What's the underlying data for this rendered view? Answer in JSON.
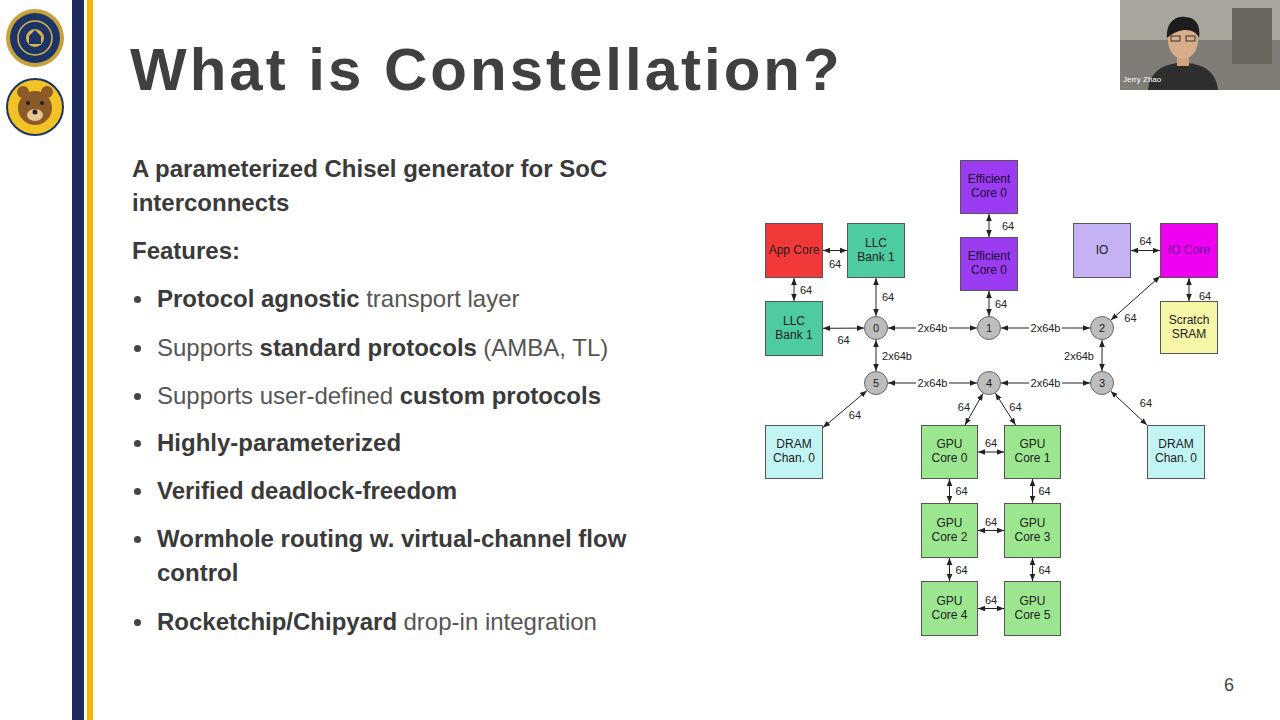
{
  "diagram": {
    "title": "What is Constellation?",
    "nodes": [
      {
        "text": [
          "Efficient Core 0"
        ]
      },
      {
        "text": [
          "App Core"
        ]
      },
      {
        "text": [
          "LLC Bank 1"
        ]
      },
      {
        "text": [
          "Efficient Core 0"
        ]
      },
      {
        "text": [
          "IO"
        ]
      },
      {
        "text": [
          "IO Core"
        ]
      },
      {
        "text": [
          "LLC Bank 1"
        ]
      },
      {
        "text": [
          "0"
        ]
      },
      {
        "text": [
          "1"
        ]
      },
      {
        "text": [
          "2"
        ]
      },
      {
        "text": [
          "Scratch SRAM"
        ]
      },
      {
        "text": [
          "5"
        ]
      },
      {
        "text": [
          "4"
        ]
      },
      {
        "text": [
          "3"
        ]
      },
      {
        "text": [
          "DRAM Chan. 0"
        ]
      },
      {
        "text": [
          "GPU Core 0"
        ]
      },
      {
        "text": [
          "GPU Core 1"
        ]
      },
      {
        "text": [
          "DRAM Chan. 0"
        ]
      },
      {
        "text": [
          "GPU Core 2"
        ]
      },
      {
        "text": [
          "GPU Core 3"
        ]
      },
      {
        "text": [
          "GPU Core 4"
        ]
      },
      {
        "text": [
          "GPU Core 5"
        ]
      }
    ],
    "edges": [
      {
        "from": 0,
        "to": 3,
        "arrow": "both",
        "label": "64"
      },
      {
        "from": 1,
        "to": 2,
        "arrow": "both",
        "label": "64"
      },
      {
        "from": 1,
        "to": 6,
        "arrow": "both",
        "label": "64"
      },
      {
        "from": 2,
        "to": 7,
        "arrow": "both",
        "label": "64"
      },
      {
        "from": 6,
        "to": 7,
        "arrow": "both",
        "label": "64"
      },
      {
        "from": 3,
        "to": 8,
        "arrow": "both",
        "label": "64"
      },
      {
        "from": 4,
        "to": 5,
        "arrow": "both",
        "label": "64"
      },
      {
        "from": 5,
        "to": 9,
        "arrow": "both",
        "label": "64"
      },
      {
        "from": 5,
        "to": 10,
        "arrow": "both",
        "label": "64"
      },
      {
        "from": 7,
        "to": 8,
        "arrow": "both",
        "label": "2x64b"
      },
      {
        "from": 8,
        "to": 9,
        "arrow": "both",
        "label": "2x64b"
      },
      {
        "from": 7,
        "to": 11,
        "arrow": "both",
        "label": "2x64b"
      },
      {
        "from": 9,
        "to": 13,
        "arrow": "both",
        "label": "2x64b"
      },
      {
        "from": 11,
        "to": 12,
        "arrow": "both",
        "label": "2x64b"
      },
      {
        "from": 12,
        "to": 13,
        "arrow": "both",
        "label": "2x64b"
      },
      {
        "from": 11,
        "to": 14,
        "arrow": "both",
        "label": "64"
      },
      {
        "from": 13,
        "to": 17,
        "arrow": "both",
        "label": "64"
      },
      {
        "from": 12,
        "to": 15,
        "arrow": "both",
        "label": "64"
      },
      {
        "from": 12,
        "to": 16,
        "arrow": "both",
        "label": "64"
      },
      {
        "from": 15,
        "to": 16,
        "arrow": "both",
        "label": "64"
      },
      {
        "from": 15,
        "to": 18,
        "arrow": "both",
        "label": "64"
      },
      {
        "from": 16,
        "to": 19,
        "arrow": "both",
        "label": "64"
      },
      {
        "from": 18,
        "to": 19,
        "arrow": "both",
        "label": "64"
      },
      {
        "from": 18,
        "to": 20,
        "arrow": "both",
        "label": "64"
      },
      {
        "from": 19,
        "to": 21,
        "arrow": "both",
        "label": "64"
      },
      {
        "from": 20,
        "to": 21,
        "arrow": "both",
        "label": "64"
      }
    ],
    "labels": [
      "A parameterized Chisel generator for SoC interconnects",
      "Features:",
      "Protocol agnostic",
      "transport layer",
      "Supports",
      "standard protocols",
      "(AMBA, TL)",
      "Supports user-defined",
      "custom protocols",
      "Highly-parameterized",
      "Verified deadlock-freedom",
      "Wormhole routing w. virtual-channel flow control",
      "Rocketchip/Chipyard",
      "drop-in integration",
      "Jerry Zhao",
      "6"
    ]
  }
}
